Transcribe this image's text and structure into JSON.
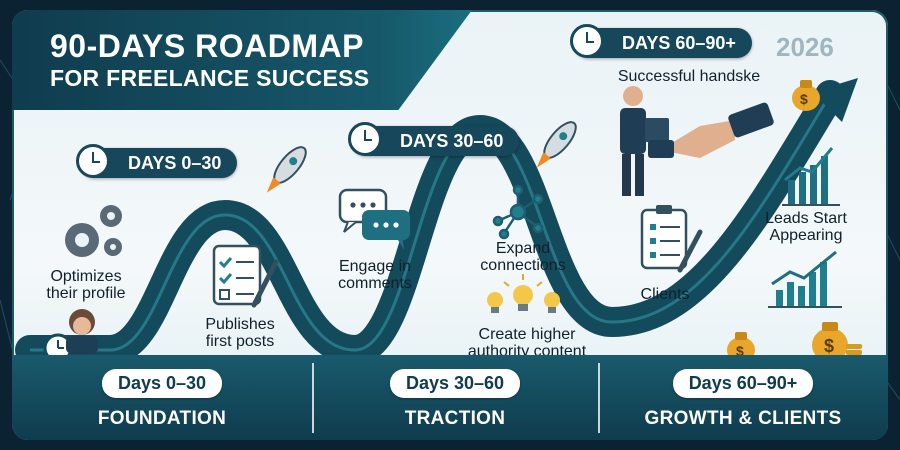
{
  "header": {
    "title_line1": "90-DAYS ROADMAP",
    "title_line2": "FOR FREELANCE SUCCESS",
    "year": "2026"
  },
  "milestones": [
    {
      "pill": "DAYS 0–30"
    },
    {
      "pill": "DAYS 30–60"
    },
    {
      "pill": "DAYS 60–90+"
    }
  ],
  "labels": {
    "optimize": [
      "Optimizes",
      "their profile"
    ],
    "publish": [
      "Publishes",
      "first posts"
    ],
    "engage": [
      "Engage in",
      "comments"
    ],
    "expand": [
      "Expand",
      "connections"
    ],
    "create": [
      "Create higher",
      "authority content"
    ],
    "handshake": "Successful handske",
    "clients": "Clients",
    "leads": [
      "Leads Start",
      "Appearing"
    ]
  },
  "phases": [
    {
      "range": "Days 0–30",
      "name": "FOUNDATION"
    },
    {
      "range": "Days 30–60",
      "name": "TRACTION"
    },
    {
      "range": "Days 60–90+",
      "name": "GROWTH & CLIENTS"
    }
  ],
  "colors": {
    "navy": "#0f3c4e",
    "teal": "#16586a",
    "road": "#134a5c",
    "accent": "#1f7f8f",
    "gold": "#e8a62a"
  },
  "icons": [
    "clock-icon",
    "rocket-icon",
    "gear-icon",
    "checklist-icon",
    "chat-icon",
    "network-icon",
    "lightbulb-icon",
    "handshake-icon",
    "clipboard-icon",
    "growth-chart-icon",
    "money-bag-icon"
  ]
}
